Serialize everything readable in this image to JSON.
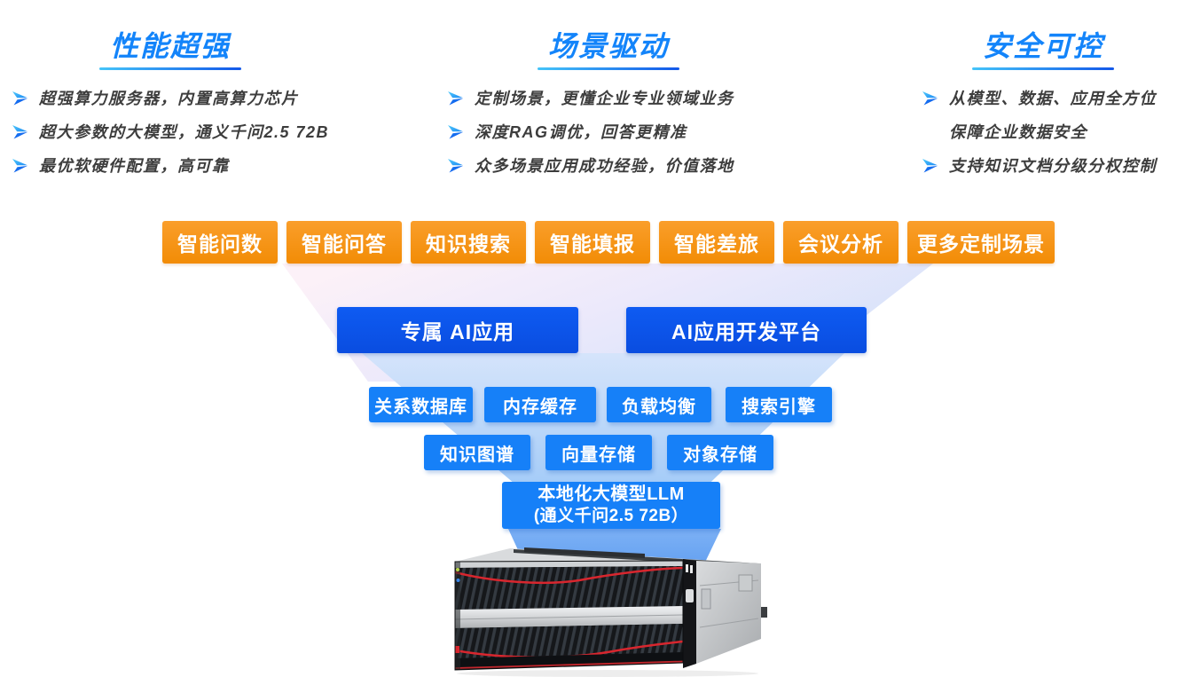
{
  "sections": [
    {
      "title": "性能超强",
      "bullets": [
        "超强算力服务器，内置高算力芯片",
        "超大参数的大模型，通义千问2.5 72B",
        "最优软硬件配置，高可靠"
      ]
    },
    {
      "title": "场景驱动",
      "bullets": [
        "定制场景，更懂企业专业领域业务",
        "深度RAG调优，回答更精准",
        "众多场景应用成功经验，价值落地"
      ]
    },
    {
      "title": "安全可控",
      "bullets": [
        "从模型、数据、应用全方位保障企业数据安全",
        "支持知识文档分级分权控制"
      ]
    }
  ],
  "scenario_layer": {
    "buttons": [
      "智能问数",
      "智能问答",
      "知识搜索",
      "智能填报",
      "智能差旅",
      "会议分析",
      "更多定制场景"
    ]
  },
  "app_layer": {
    "buttons": [
      "专属 AI应用",
      "AI应用开发平台"
    ]
  },
  "middleware_layer": {
    "row1": [
      "关系数据库",
      "内存缓存",
      "负载均衡",
      "搜索引擎"
    ],
    "row2": [
      "知识图谱",
      "向量存储",
      "对象存储"
    ]
  },
  "llm_layer": {
    "line1": "本地化大模型LLM",
    "line2": "(通义千问2.5 72B）"
  },
  "colors": {
    "title_blue": "#1384FA",
    "underline_gradient_start": "#45C4F9",
    "underline_gradient_end": "#1358E9",
    "scenario_orange": "#F7941E",
    "app_deep_blue": "#0B53EB",
    "middleware_blue": "#1680F8",
    "bullet_text": "#3D3D3D",
    "server_accent_red": "#D8262E"
  }
}
